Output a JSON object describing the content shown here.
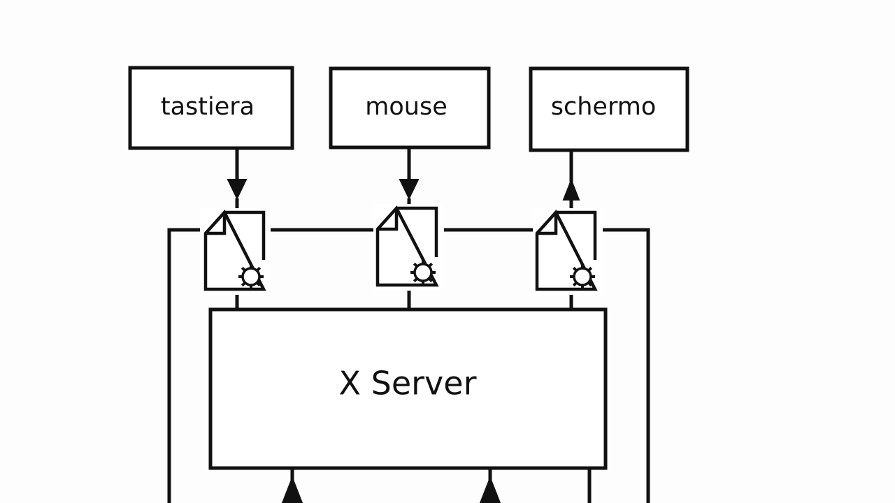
{
  "diagram": {
    "devices": [
      {
        "id": "keyboard",
        "label": "tastiera"
      },
      {
        "id": "mouse",
        "label": "mouse"
      },
      {
        "id": "screen",
        "label": "schermo"
      }
    ],
    "server": {
      "label": "X Server"
    },
    "device_file_icon": "device-file-gear-icon",
    "line_color": "#000000",
    "background": "#fdfdfd"
  }
}
